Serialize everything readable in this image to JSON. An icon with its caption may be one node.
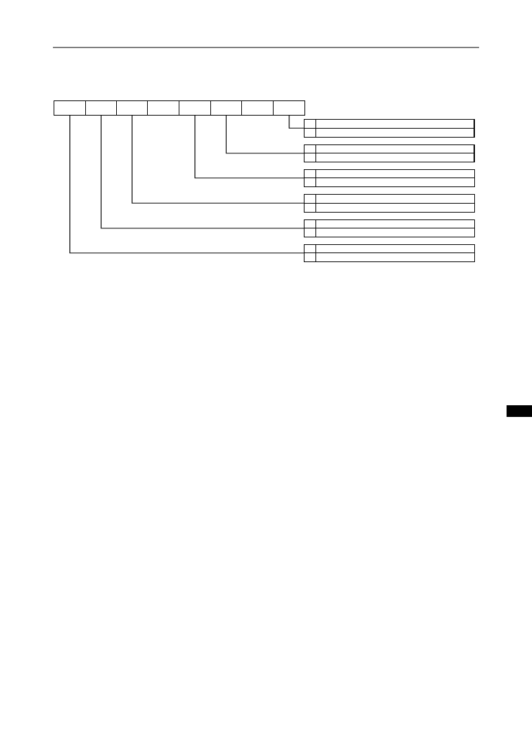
{
  "diagram": {
    "nodes": [
      {
        "text": [],
        "shape": "box"
      },
      {
        "text": [],
        "shape": "box"
      },
      {
        "text": [],
        "shape": "box"
      },
      {
        "text": [],
        "shape": "box"
      },
      {
        "text": [],
        "shape": "box"
      },
      {
        "text": [],
        "shape": "box"
      },
      {
        "text": [],
        "shape": "box"
      },
      {
        "text": [],
        "shape": "box"
      },
      {
        "text": [],
        "shape": "table"
      },
      {
        "text": [],
        "shape": "table"
      },
      {
        "text": [],
        "shape": "table"
      },
      {
        "text": [],
        "shape": "table"
      },
      {
        "text": [],
        "shape": "table"
      },
      {
        "text": [],
        "shape": "table"
      }
    ],
    "edges": [
      {
        "from": 7,
        "to": 8,
        "arrow": "none"
      },
      {
        "from": 5,
        "to": 9,
        "arrow": "none"
      },
      {
        "from": 4,
        "to": 10,
        "arrow": "none"
      },
      {
        "from": 2,
        "to": 11,
        "arrow": "none"
      },
      {
        "from": 1,
        "to": 12,
        "arrow": "none"
      },
      {
        "from": 0,
        "to": 13,
        "arrow": "none"
      }
    ]
  }
}
